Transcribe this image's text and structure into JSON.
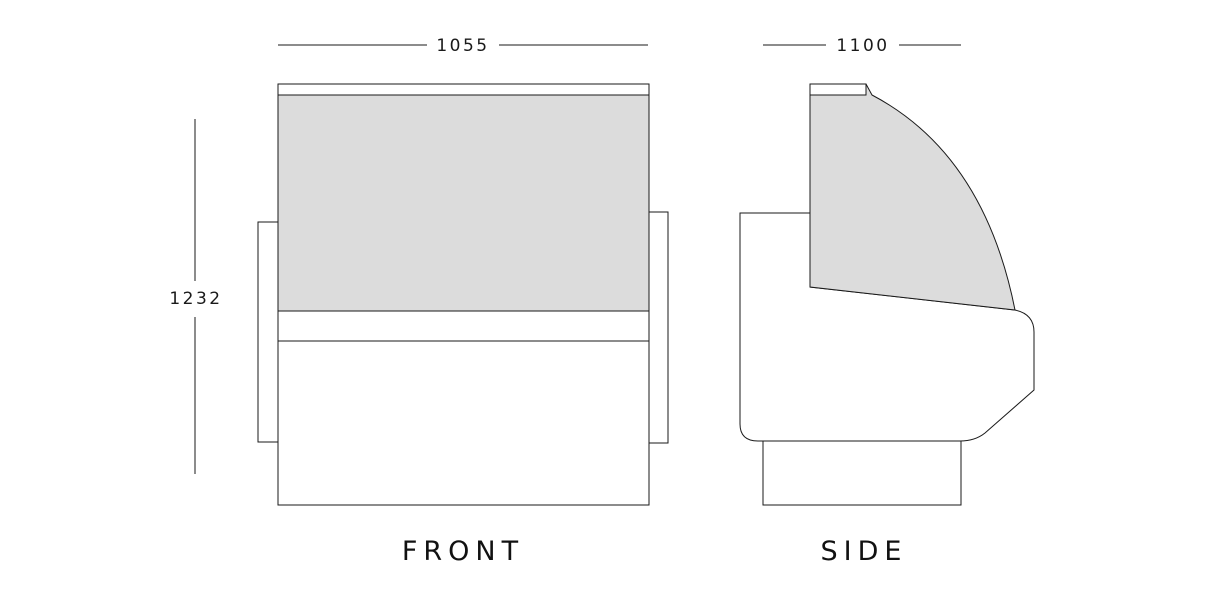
{
  "dimensions": {
    "front_width": "1055",
    "side_depth": "1100",
    "height": "1232"
  },
  "views": {
    "front_label": "FRONT",
    "side_label": "SIDE"
  },
  "colors": {
    "glass_fill": "#dcdcdc",
    "line": "#1a1a1a",
    "background": "#ffffff"
  }
}
